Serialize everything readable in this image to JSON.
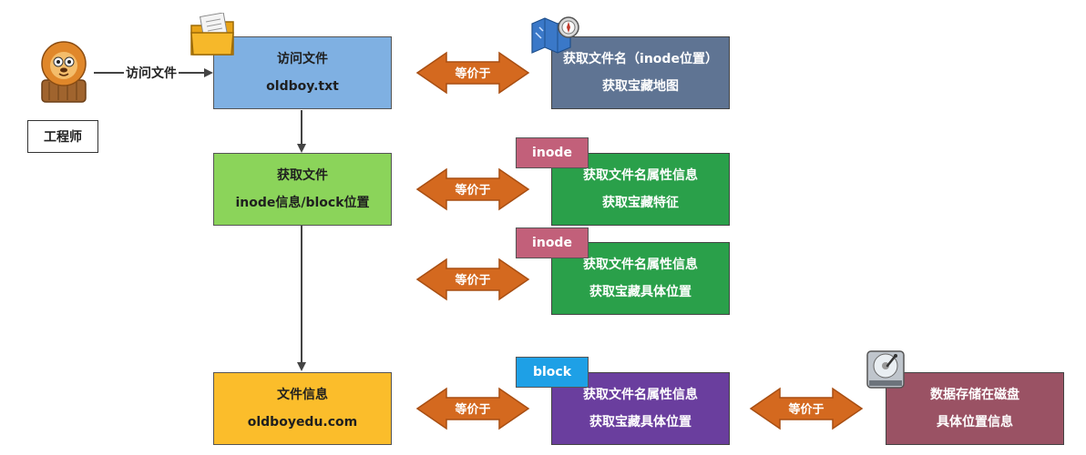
{
  "engineer": {
    "label": "工程师"
  },
  "access_label": "访问文件",
  "equivalent": "等价于",
  "left_boxes": [
    {
      "line1": "访问文件",
      "line2": "oldboy.txt",
      "color": "#7fb0e2"
    },
    {
      "line1": "获取文件",
      "line2": "inode信息/block位置",
      "color": "#8bd45a"
    },
    {
      "line1": "文件信息",
      "line2": "oldboyedu.com",
      "color": "#fbbd2b"
    }
  ],
  "right_boxes": [
    {
      "line1": "获取文件名（inode位置）",
      "line2": "获取宝藏地图",
      "color": "#5f7493"
    },
    {
      "tag": "inode",
      "line1": "获取文件名属性信息",
      "line2": "获取宝藏特征",
      "color": "#2aa04a"
    },
    {
      "tag": "inode",
      "line1": "获取文件名属性信息",
      "line2": "获取宝藏具体位置",
      "color": "#2aa04a"
    },
    {
      "tag": "block",
      "line1": "获取文件名属性信息",
      "line2": "获取宝藏具体位置",
      "color": "#6a3e9e"
    }
  ],
  "disk_box": {
    "line1": "数据存储在磁盘",
    "line2": "具体位置信息",
    "color": "#9a5264"
  },
  "colors": {
    "arrow_orange": "#d4691f",
    "tag_inode": "#c2607a",
    "tag_block": "#1ea0e6"
  },
  "icons": [
    "lion-mascot-icon",
    "folder-document-icon",
    "treasure-map-icon",
    "hard-disk-icon"
  ]
}
